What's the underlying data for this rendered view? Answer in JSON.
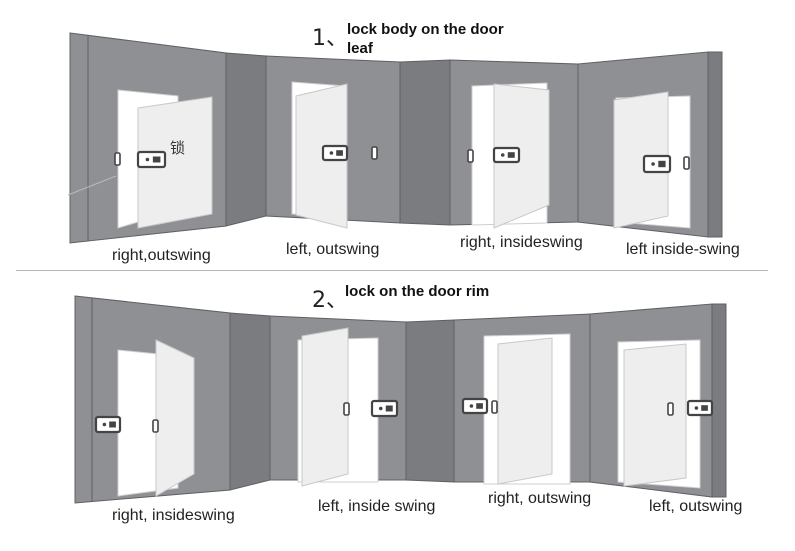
{
  "section1": {
    "number": "1、",
    "title": "lock body on the door leaf",
    "lock_char": "锁",
    "labels": [
      "right,outswing",
      "left, outswing",
      "right, insideswing",
      "left inside-swing"
    ]
  },
  "section2": {
    "number": "2、",
    "title": "lock on the door rim",
    "labels": [
      "right, insideswing",
      "left, inside swing",
      "right, outswing",
      "left, outswing"
    ]
  },
  "colors": {
    "wall": "#8f9094",
    "wall_dark": "#7b7c80",
    "wall_edge": "#5f6064",
    "door": "#eeeeef",
    "frame": "#ffffff",
    "lock": "#444444",
    "divider": "#b5b5b5"
  }
}
